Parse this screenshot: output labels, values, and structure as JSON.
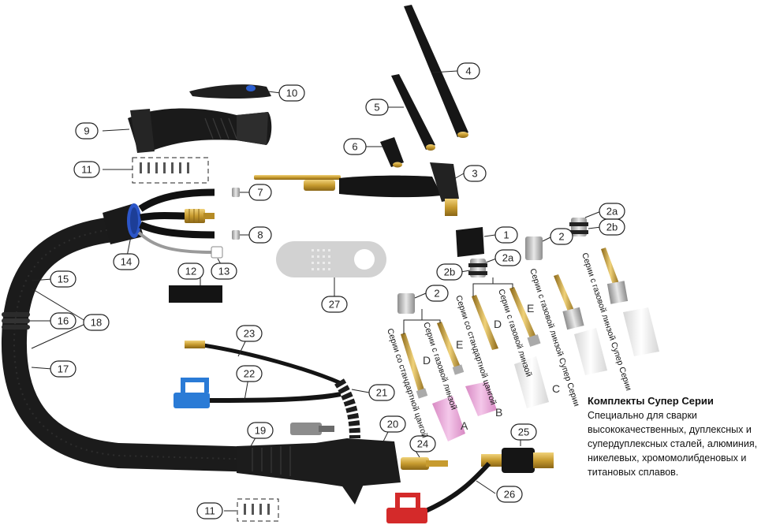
{
  "callouts": [
    {
      "id": "c1",
      "label": "1"
    },
    {
      "id": "c2",
      "label": "2"
    },
    {
      "id": "c2a",
      "label": "2a"
    },
    {
      "id": "c2b",
      "label": "2b"
    },
    {
      "id": "c3",
      "label": "3"
    },
    {
      "id": "c4",
      "label": "4"
    },
    {
      "id": "c5",
      "label": "5"
    },
    {
      "id": "c6",
      "label": "6"
    },
    {
      "id": "c7",
      "label": "7"
    },
    {
      "id": "c8",
      "label": "8"
    },
    {
      "id": "c9",
      "label": "9"
    },
    {
      "id": "c10",
      "label": "10"
    },
    {
      "id": "c11",
      "label": "11"
    },
    {
      "id": "c12",
      "label": "12"
    },
    {
      "id": "c13",
      "label": "13"
    },
    {
      "id": "c14",
      "label": "14"
    },
    {
      "id": "c15",
      "label": "15"
    },
    {
      "id": "c16",
      "label": "16"
    },
    {
      "id": "c17",
      "label": "17"
    },
    {
      "id": "c18",
      "label": "18"
    },
    {
      "id": "c19",
      "label": "19"
    },
    {
      "id": "c20",
      "label": "20"
    },
    {
      "id": "c21",
      "label": "21"
    },
    {
      "id": "c22",
      "label": "22"
    },
    {
      "id": "c23",
      "label": "23"
    },
    {
      "id": "c24",
      "label": "24"
    },
    {
      "id": "c25",
      "label": "25"
    },
    {
      "id": "c26",
      "label": "26"
    },
    {
      "id": "c27",
      "label": "27"
    }
  ],
  "series_labels": {
    "standard_collet": "Серии со стандартной цангой",
    "gas_lens": "Серии с газовой линзой",
    "standard_collet_2": "Серии со стандартной цангой",
    "gas_lens_2": "Серии с газовой линзой",
    "super_series": "Серии с газовой линзой Супер Серии",
    "super_series_2": "Серии с газовой линзой Супер Серии"
  },
  "kit_letters": {
    "a": "A",
    "b": "B",
    "c": "C",
    "d": "D",
    "e": "E"
  },
  "info": {
    "title": "Комплекты Супер Серии",
    "body": "Специально для сварки высококачественных, дуплексных и супердуплексных сталей, алюминия, никелевых, хромомолибденовых и титановых сплавов."
  },
  "colors": {
    "hose": "#1f1f1f",
    "brass": "#c9a23a",
    "ceramic_pink": "#e7a6d6",
    "blue_connector": "#2a7bd6",
    "red_connector": "#d42a2a",
    "ring_blue": "#2c56c9"
  }
}
